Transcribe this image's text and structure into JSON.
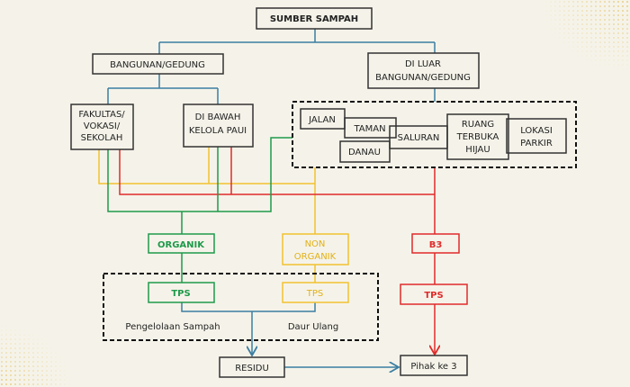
{
  "title": "SUMBER SAMPAH",
  "level1": {
    "building": "BANGUNAN/GEDUNG",
    "outside_line1": "DI LUAR",
    "outside_line2": "BANGUNAN/GEDUNG"
  },
  "building_children": {
    "faculty_l1": "FAKULTAS/",
    "faculty_l2": "VOKASI/",
    "faculty_l3": "SEKOLAH",
    "paui_l1": "DI BAWAH",
    "paui_l2": "KELOLA PAUI"
  },
  "outside_children": {
    "jalan": "JALAN",
    "taman": "TAMAN",
    "saluran": "SALURAN",
    "danau": "DANAU",
    "rth_l1": "RUANG",
    "rth_l2": "TERBUKA",
    "rth_l3": "HIJAU",
    "parkir_l1": "LOKASI",
    "parkir_l2": "PARKIR"
  },
  "categories": {
    "organik": "ORGANIK",
    "nonorganik_l1": "NON",
    "nonorganik_l2": "ORGANIK",
    "b3": "B3"
  },
  "tps": {
    "organik": "TPS",
    "nonorganik": "TPS",
    "b3": "TPS"
  },
  "process": {
    "pengelolaan": "Pengelolaan Sampah",
    "daur_ulang": "Daur Ulang"
  },
  "end": {
    "residu": "RESIDU",
    "pihak3": "Pihak ke 3"
  },
  "colors": {
    "blue": "#3b7ea1",
    "green": "#1f9a4b",
    "yellow": "#f2c230",
    "red": "#e02b2b",
    "dots": "#e8c46a"
  }
}
